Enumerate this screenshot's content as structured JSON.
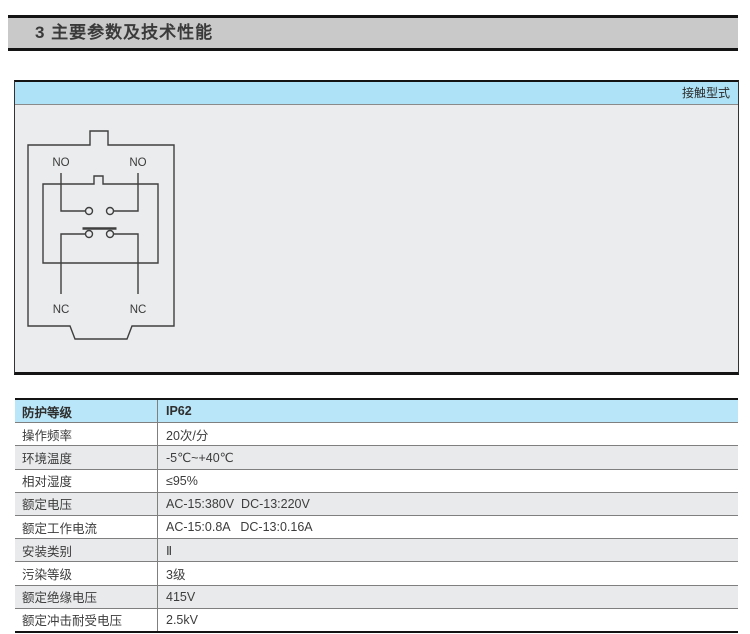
{
  "page": {
    "section_title": "3 主要参数及技术性能"
  },
  "contact_panel": {
    "header_label": "接触型式",
    "diagram": {
      "no_left": "NO",
      "no_right": "NO",
      "nc_left": "NC",
      "nc_right": "NC"
    }
  },
  "spec_table": {
    "header": {
      "param": "防护等级",
      "value": "IP62"
    },
    "rows": [
      {
        "param": "操作频率",
        "value": "20次/分"
      },
      {
        "param": "环境温度",
        "value": "-5℃~+40℃"
      },
      {
        "param": "相对湿度",
        "value": "≤95%"
      },
      {
        "param": "额定电压",
        "value": "AC-15:380V  DC-13:220V"
      },
      {
        "param": "额定工作电流",
        "value": "AC-15:0.8A   DC-13:0.16A"
      },
      {
        "param": "安装类别",
        "value": "Ⅱ"
      },
      {
        "param": "污染等级",
        "value": "3级"
      },
      {
        "param": "额定绝缘电压",
        "value": "415V"
      },
      {
        "param": "额定冲击耐受电压",
        "value": "2.5kV"
      }
    ]
  },
  "colors": {
    "title_bar_bg": "#c9c9c9",
    "panel_header_blue": "#aee3f7",
    "panel_body_gray": "#ebecee",
    "table_header_blue": "#b9e6f8",
    "row_alt_gray": "#e9eaec",
    "border_black": "#141414",
    "separator_gray": "#7f7f7f",
    "text": "#3c3c3c"
  }
}
